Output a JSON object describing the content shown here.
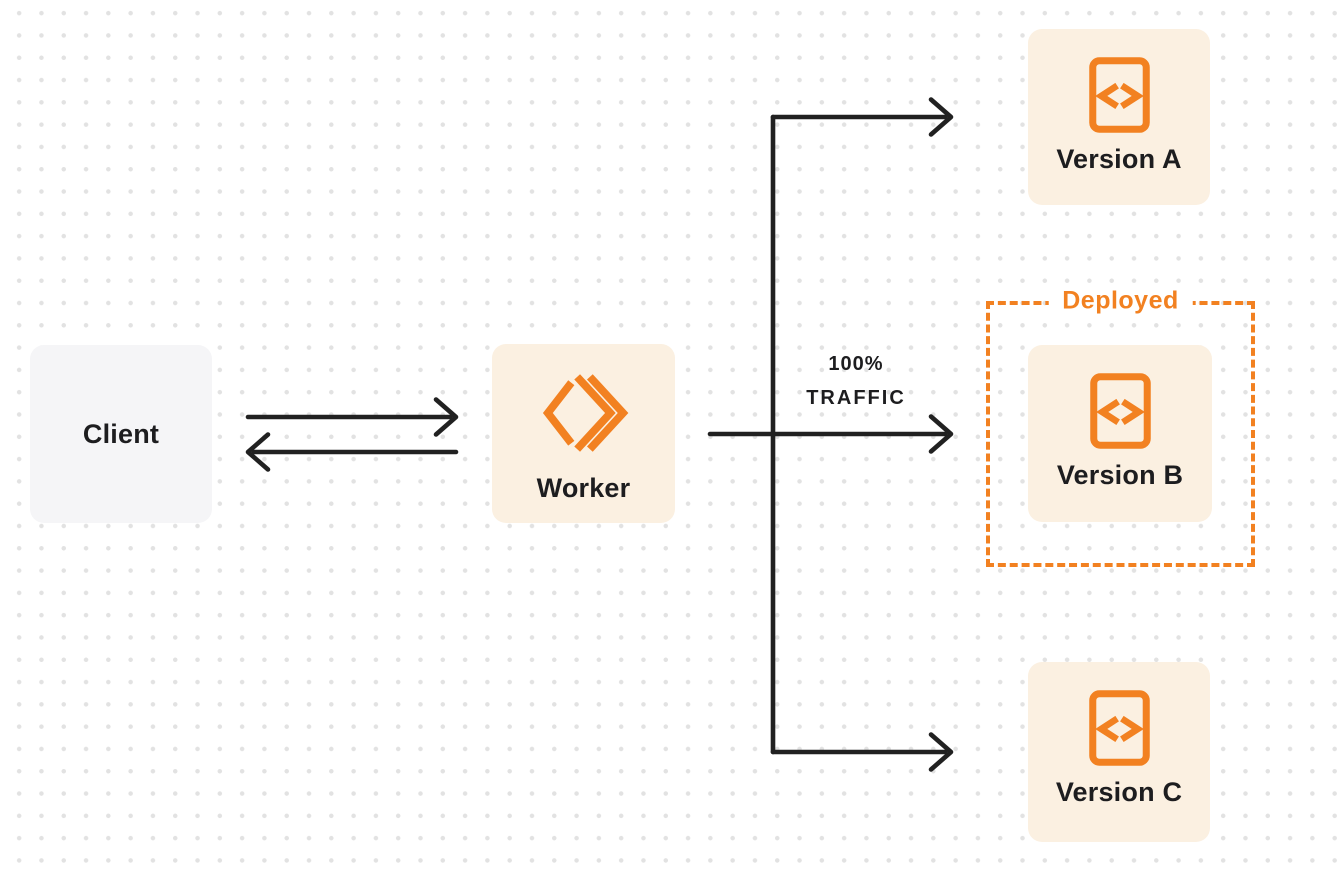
{
  "diagram": {
    "client": {
      "label": "Client"
    },
    "worker": {
      "label": "Worker",
      "icon": "cloudflare-workers-logo-icon"
    },
    "versions": [
      {
        "label": "Version A",
        "icon": "code-file-icon"
      },
      {
        "label": "Version B",
        "icon": "code-file-icon",
        "group": "Deployed"
      },
      {
        "label": "Version C",
        "icon": "code-file-icon"
      }
    ],
    "deployed_group_label": "Deployed",
    "traffic_label": {
      "line1": "100%",
      "line2": "TRAFFIC"
    },
    "colors": {
      "orange": "#F28121",
      "cream": "#FBF0E1",
      "client_gray": "#F5F5F7",
      "arrow_dark": "#212121",
      "text_dark": "#1D1D1F",
      "dot_grid": "#E2E2E2",
      "background": "#FFFFFF"
    }
  }
}
